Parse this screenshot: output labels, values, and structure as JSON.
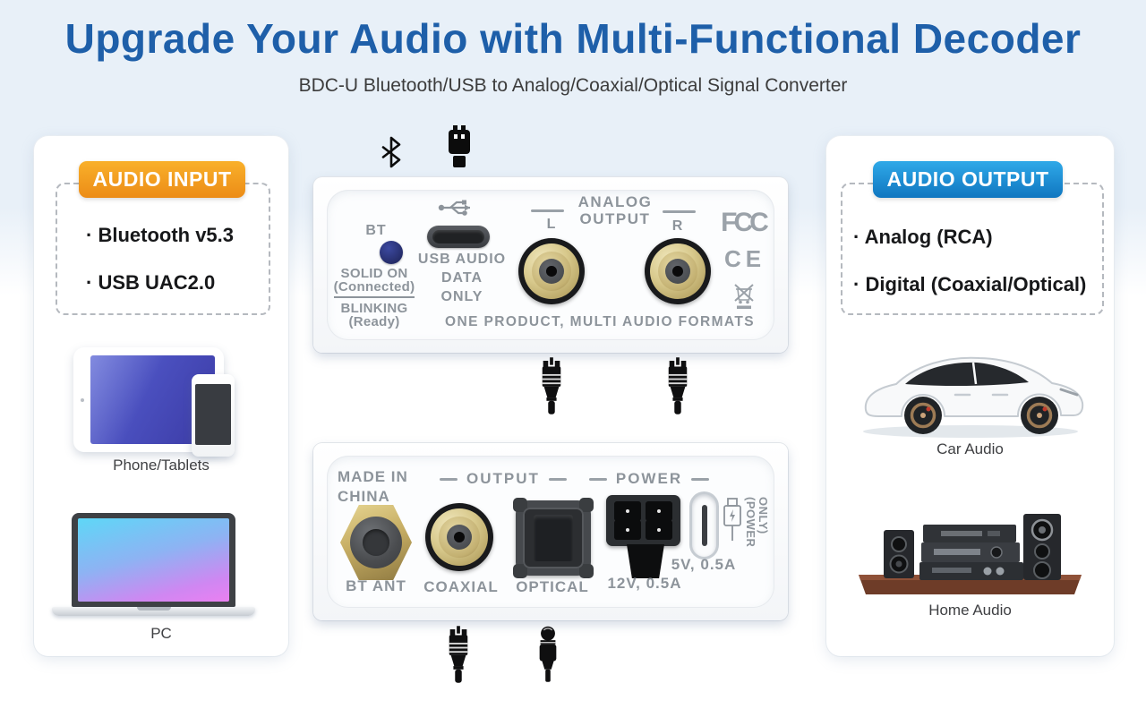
{
  "page": {
    "title": "Upgrade Your Audio with Multi-Functional Decoder",
    "subtitle": "BDC-U Bluetooth/USB to Analog/Coaxial/Optical Signal Converter"
  },
  "colors": {
    "title_blue": "#1e5fa9",
    "badge_orange": "#f19c1d",
    "badge_blue": "#1f97dc",
    "led_blue": "#272f6e",
    "panel_text_gray": "#8d949b",
    "connector_gold": "#d2c183",
    "shelf_brown": "#7b4530"
  },
  "input_panel": {
    "badge": "AUDIO INPUT",
    "features": [
      "· Bluetooth v5.3",
      "· USB UAC2.0"
    ],
    "device_labels": [
      "Phone/Tablets",
      "PC"
    ]
  },
  "output_panel": {
    "badge": "AUDIO OUTPUT",
    "features": [
      "· Analog (RCA)",
      "· Digital (Coaxial/Optical)"
    ],
    "device_labels": [
      "Car Audio",
      "Home Audio"
    ]
  },
  "front_panel": {
    "bt_label": "BT",
    "bt_status": {
      "solid": "SOLID ON",
      "solid_sub": "(Connected)",
      "blinking": "BLINKING",
      "blinking_sub": "(Ready)"
    },
    "usb_note": {
      "line1": "USB AUDIO",
      "line2": "DATA",
      "line3": "ONLY"
    },
    "analog": {
      "line1": "ANALOG",
      "line2": "OUTPUT",
      "left": "L",
      "right": "R"
    },
    "certs": {
      "fcc": "FCC",
      "ce": "CE"
    },
    "tagline": "ONE PRODUCT, MULTI AUDIO FORMATS"
  },
  "rear_panel": {
    "made_in": {
      "line1": "MADE IN",
      "line2": "CHINA"
    },
    "bt_ant": "BT ANT",
    "output_heading": "OUTPUT",
    "coaxial": "COAXIAL",
    "optical": "OPTICAL",
    "power_heading": "POWER",
    "dc_rating": "12V, 0.5A",
    "usb_rating": "5V, 0.5A",
    "usb_power_note": "(POWER ONLY)"
  }
}
